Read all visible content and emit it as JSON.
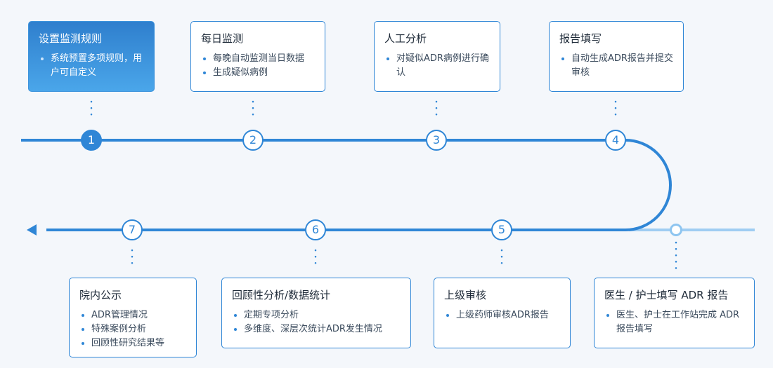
{
  "accent": "#2f86d6",
  "accent_light": "#8ec5f0",
  "steps": [
    {
      "number": "1",
      "title": "设置监测规则",
      "items": [
        "系统预置多项规则，用户可自定义"
      ]
    },
    {
      "number": "2",
      "title": "每日监测",
      "items": [
        "每晚自动监测当日数据",
        "生成疑似病例"
      ]
    },
    {
      "number": "3",
      "title": "人工分析",
      "items": [
        "对疑似ADR病例进行确认"
      ]
    },
    {
      "number": "4",
      "title": "报告填写",
      "items": [
        "自动生成ADR报告并提交审核"
      ]
    },
    {
      "number": "5",
      "title": "上级审核",
      "items": [
        "上级药师审核ADR报告"
      ]
    },
    {
      "number": "6",
      "title": "回顾性分析/数据统计",
      "items": [
        "定期专项分析",
        "多维度、深层次统计ADR发生情况"
      ]
    },
    {
      "number": "7",
      "title": "院内公示",
      "items": [
        "ADR管理情况",
        "特殊案例分析",
        "回顾性研究结果等"
      ]
    }
  ],
  "origin": {
    "title": "医生 / 护士填写 ADR 报告",
    "items": [
      "医生、护士在工作站完成 ADR 报告填写"
    ]
  }
}
